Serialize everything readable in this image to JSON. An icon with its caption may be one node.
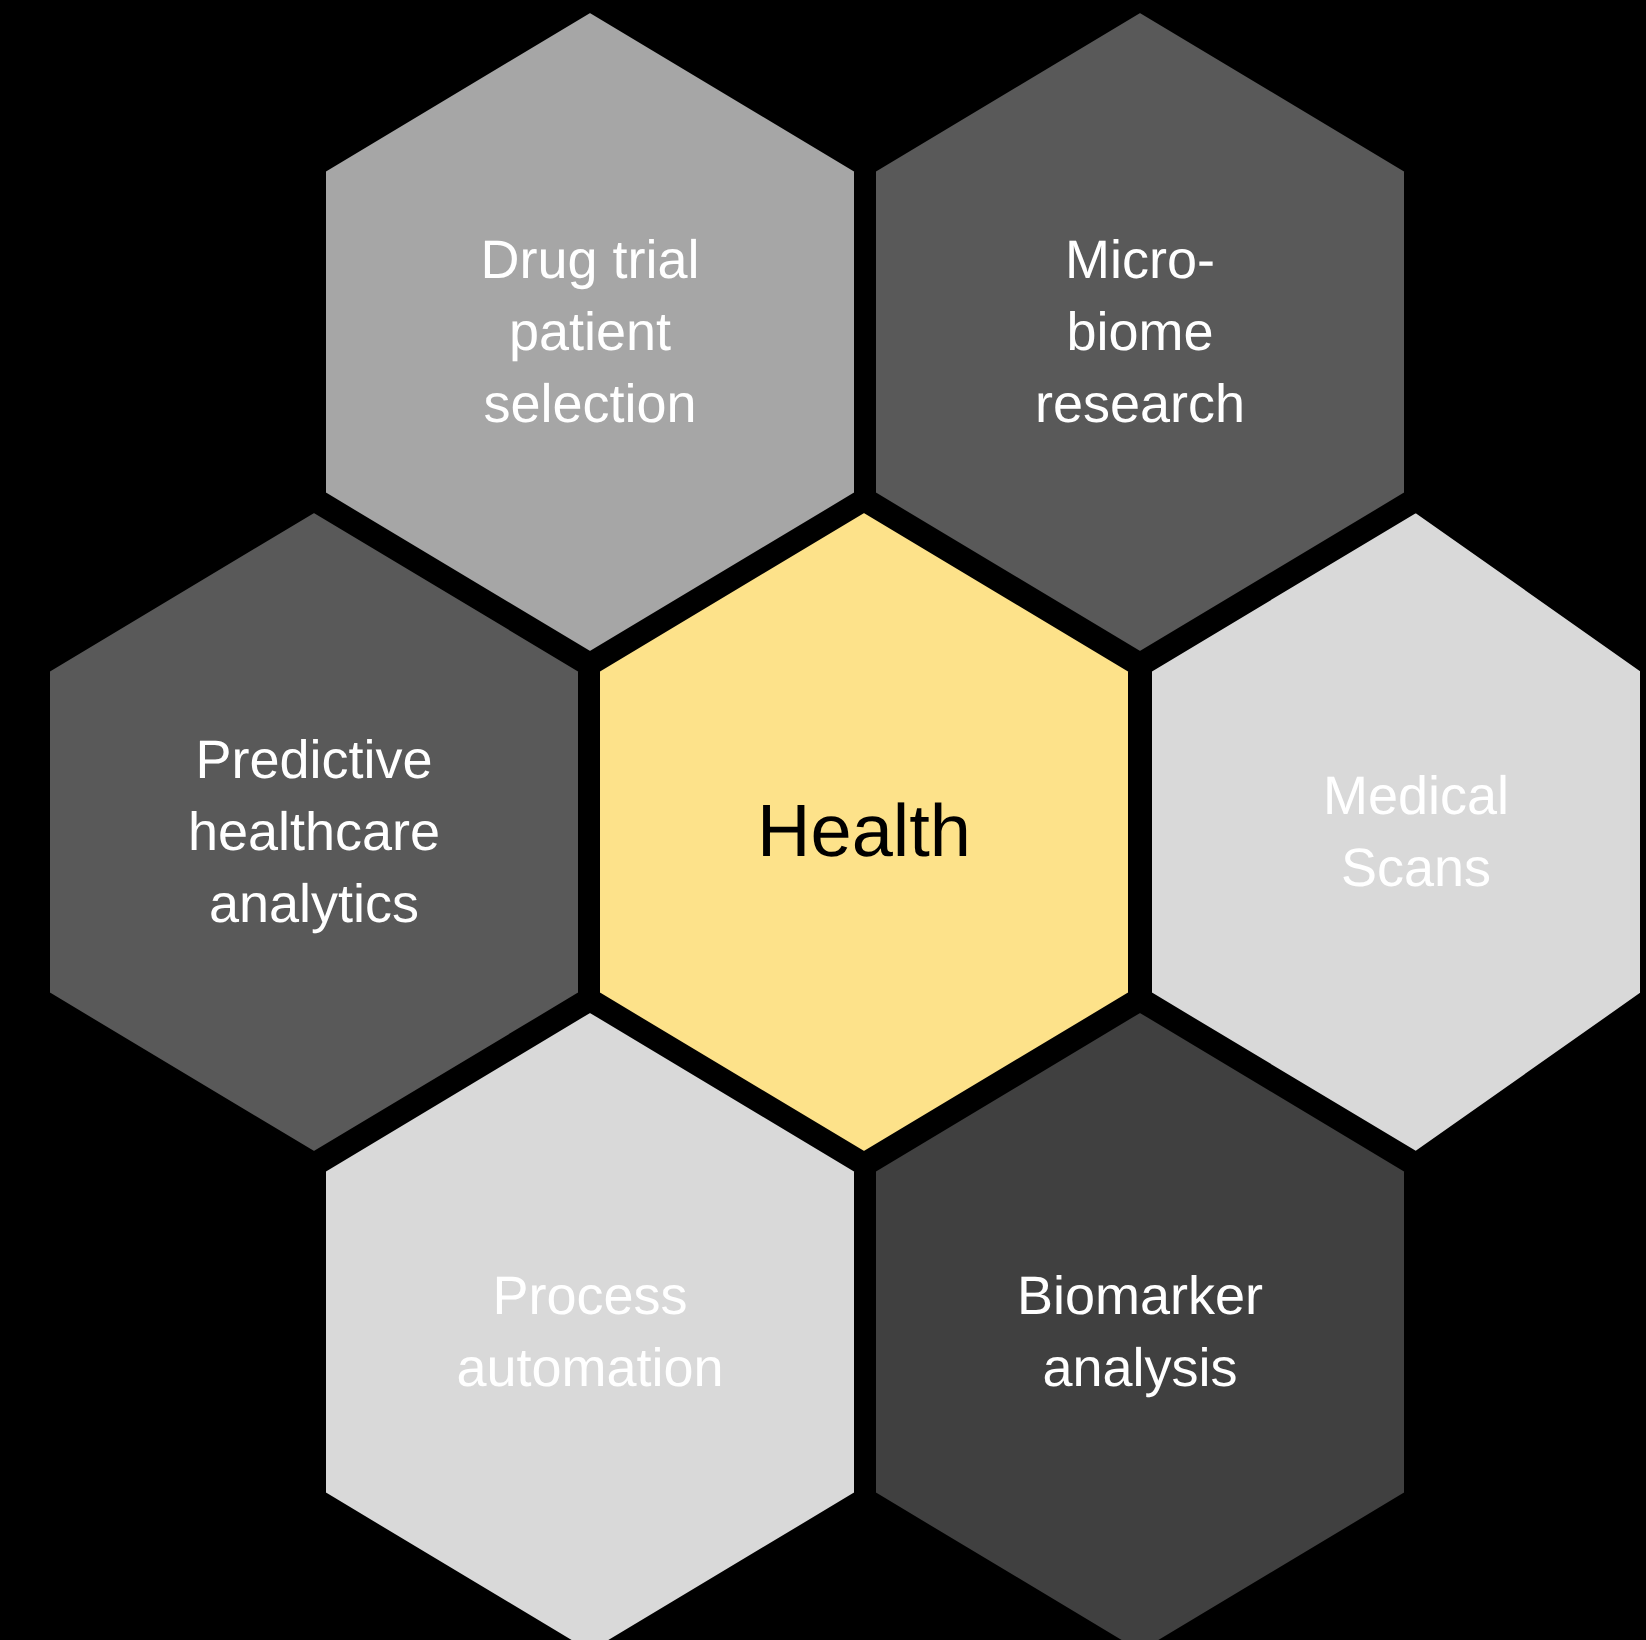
{
  "diagram": {
    "nodes": [
      {
        "text": [
          "Drug trial patient selection"
        ]
      },
      {
        "text": [
          "Micro- biome research"
        ]
      },
      {
        "text": [
          "Predictive healthcare analytics"
        ]
      },
      {
        "text": [
          "Health"
        ]
      },
      {
        "text": [
          "Medical Scans"
        ]
      },
      {
        "text": [
          "Process automation"
        ]
      },
      {
        "text": [
          "Biomarker analysis"
        ]
      }
    ]
  }
}
